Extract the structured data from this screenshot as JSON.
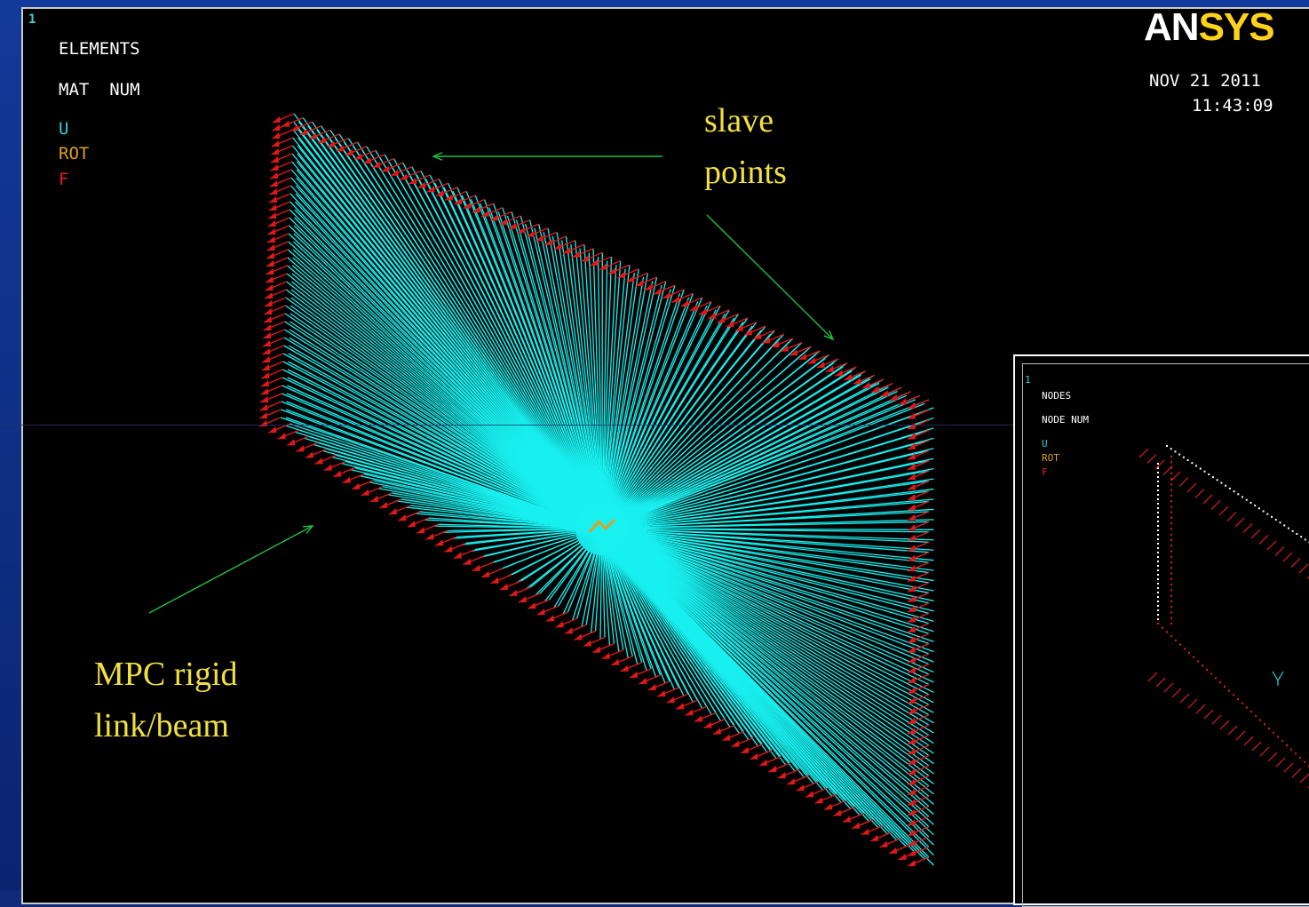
{
  "main_window": {
    "number": "1",
    "legend": {
      "title": "ELEMENTS",
      "mode": "MAT  NUM",
      "items": [
        {
          "label": "U",
          "color": "#35d0d0"
        },
        {
          "label": "ROT",
          "color": "#e0a020"
        },
        {
          "label": "F",
          "color": "#e02020"
        }
      ]
    },
    "logo": {
      "part1": "AN",
      "part2": "SYS"
    },
    "date": "NOV 21 2011",
    "time": "11:43:09"
  },
  "annotations": {
    "slave_points_line1": "slave",
    "slave_points_line2": "points",
    "mpc_line1": "MPC rigid",
    "mpc_line2": "link/beam"
  },
  "inset_window": {
    "number": "1",
    "legend": {
      "title": "NODES",
      "mode": "NODE NUM",
      "items": [
        {
          "label": "U",
          "color": "#35d0d0"
        },
        {
          "label": "ROT",
          "color": "#e0a020"
        },
        {
          "label": "F",
          "color": "#e02020"
        }
      ]
    }
  },
  "colors": {
    "beam": "#19f0f0",
    "force": "#e01818",
    "annotation_text": "#f0e040",
    "arrow": "#22c040",
    "background": "#000000",
    "slide_blue": "#0e2a78"
  }
}
